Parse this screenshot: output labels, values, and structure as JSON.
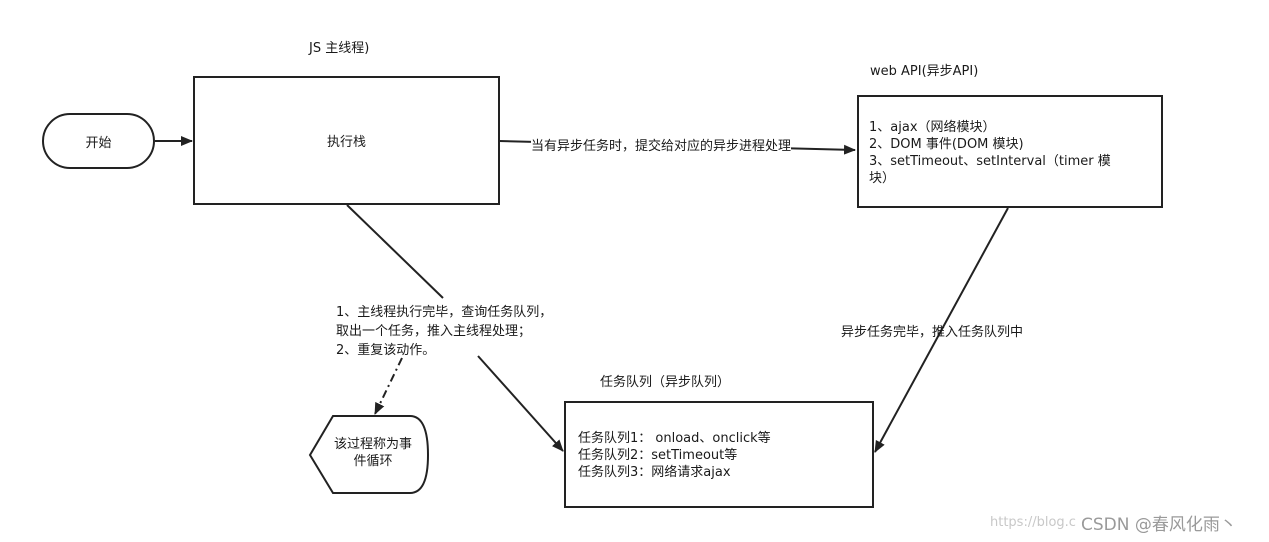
{
  "main_thread": {
    "title": "JS 主线程)",
    "stack_label": "执行栈"
  },
  "start_node": "开始",
  "web_api": {
    "title": "web API(异步API)",
    "lines": [
      "1、ajax（网络模块）",
      "2、DOM 事件(DOM 模块)",
      "3、setTimeout、setInterval（timer 模",
      "块）"
    ]
  },
  "submit_label": "当有异步任务时，提交给对应的异步进程处理",
  "async_done_label": "异步任务完毕，推入任务队列中",
  "loop_note": {
    "lines": [
      "1、主线程执行完毕，查询任务队列，",
      "取出一个任务，推入主线程处理；",
      "2、重复该动作。"
    ]
  },
  "event_loop_node": {
    "lines": [
      "该过程称为事",
      "件循环"
    ]
  },
  "task_queue": {
    "title": "任务队列（异步队列）",
    "lines": [
      "任务队列1： onload、onclick等",
      "任务队列2：setTimeout等",
      "任务队列3：网络请求ajax"
    ]
  },
  "watermark": {
    "url": "https://blog.c",
    "brand": "CSDN @春风化雨丶"
  }
}
